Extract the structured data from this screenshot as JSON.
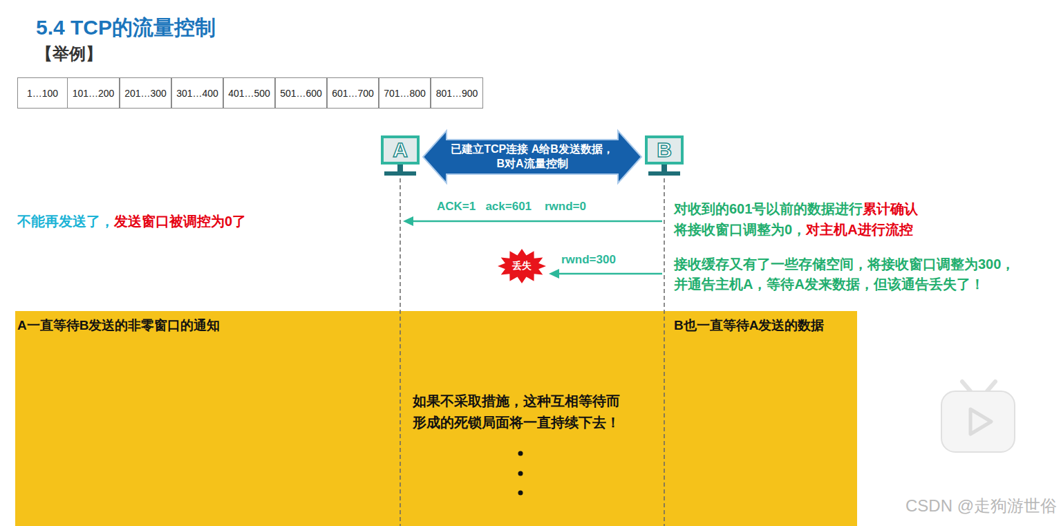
{
  "diagram": {
    "title": "5.4 TCP的流量控制",
    "nodes": [
      {
        "text": [
          "1…100"
        ]
      },
      {
        "text": [
          "101…200"
        ]
      },
      {
        "text": [
          "201…300"
        ]
      },
      {
        "text": [
          "301…400"
        ]
      },
      {
        "text": [
          "401…500"
        ]
      },
      {
        "text": [
          "501…600"
        ]
      },
      {
        "text": [
          "601…700"
        ]
      },
      {
        "text": [
          "701…800"
        ]
      },
      {
        "text": [
          "801…900"
        ]
      },
      {
        "text": [
          "A"
        ]
      },
      {
        "text": [
          "B"
        ]
      },
      {
        "text": [
          "丢失"
        ]
      },
      {
        "text": [
          "A一直等待B发送的非零窗口的通知",
          "如果不采取措施，这种互相等待而形成的死锁局面将一直持续下去！",
          "B也一直等待A发送的数据"
        ]
      }
    ],
    "edges": [
      {
        "from": 9,
        "to": 10,
        "arrow": "both",
        "label": "已建立TCP连接 A给B发送数据，B对A流量控制"
      }
    ],
    "labels": [
      "【举例】",
      "ACK=1   ack=601    rwnd=0",
      "不能再发送了，",
      "发送窗口被调控为0了",
      "对收到的601号以前的数据进行",
      "累计确认",
      "将接收窗口调整为0，",
      "对主机A进行流控",
      "rwnd=300",
      "接收缓存又有了一些存储空间，将接收窗口调整为300，并通告主机A，等待A发来数据，但该通告丢失了！",
      "CSDN @走狗游世俗"
    ]
  }
}
